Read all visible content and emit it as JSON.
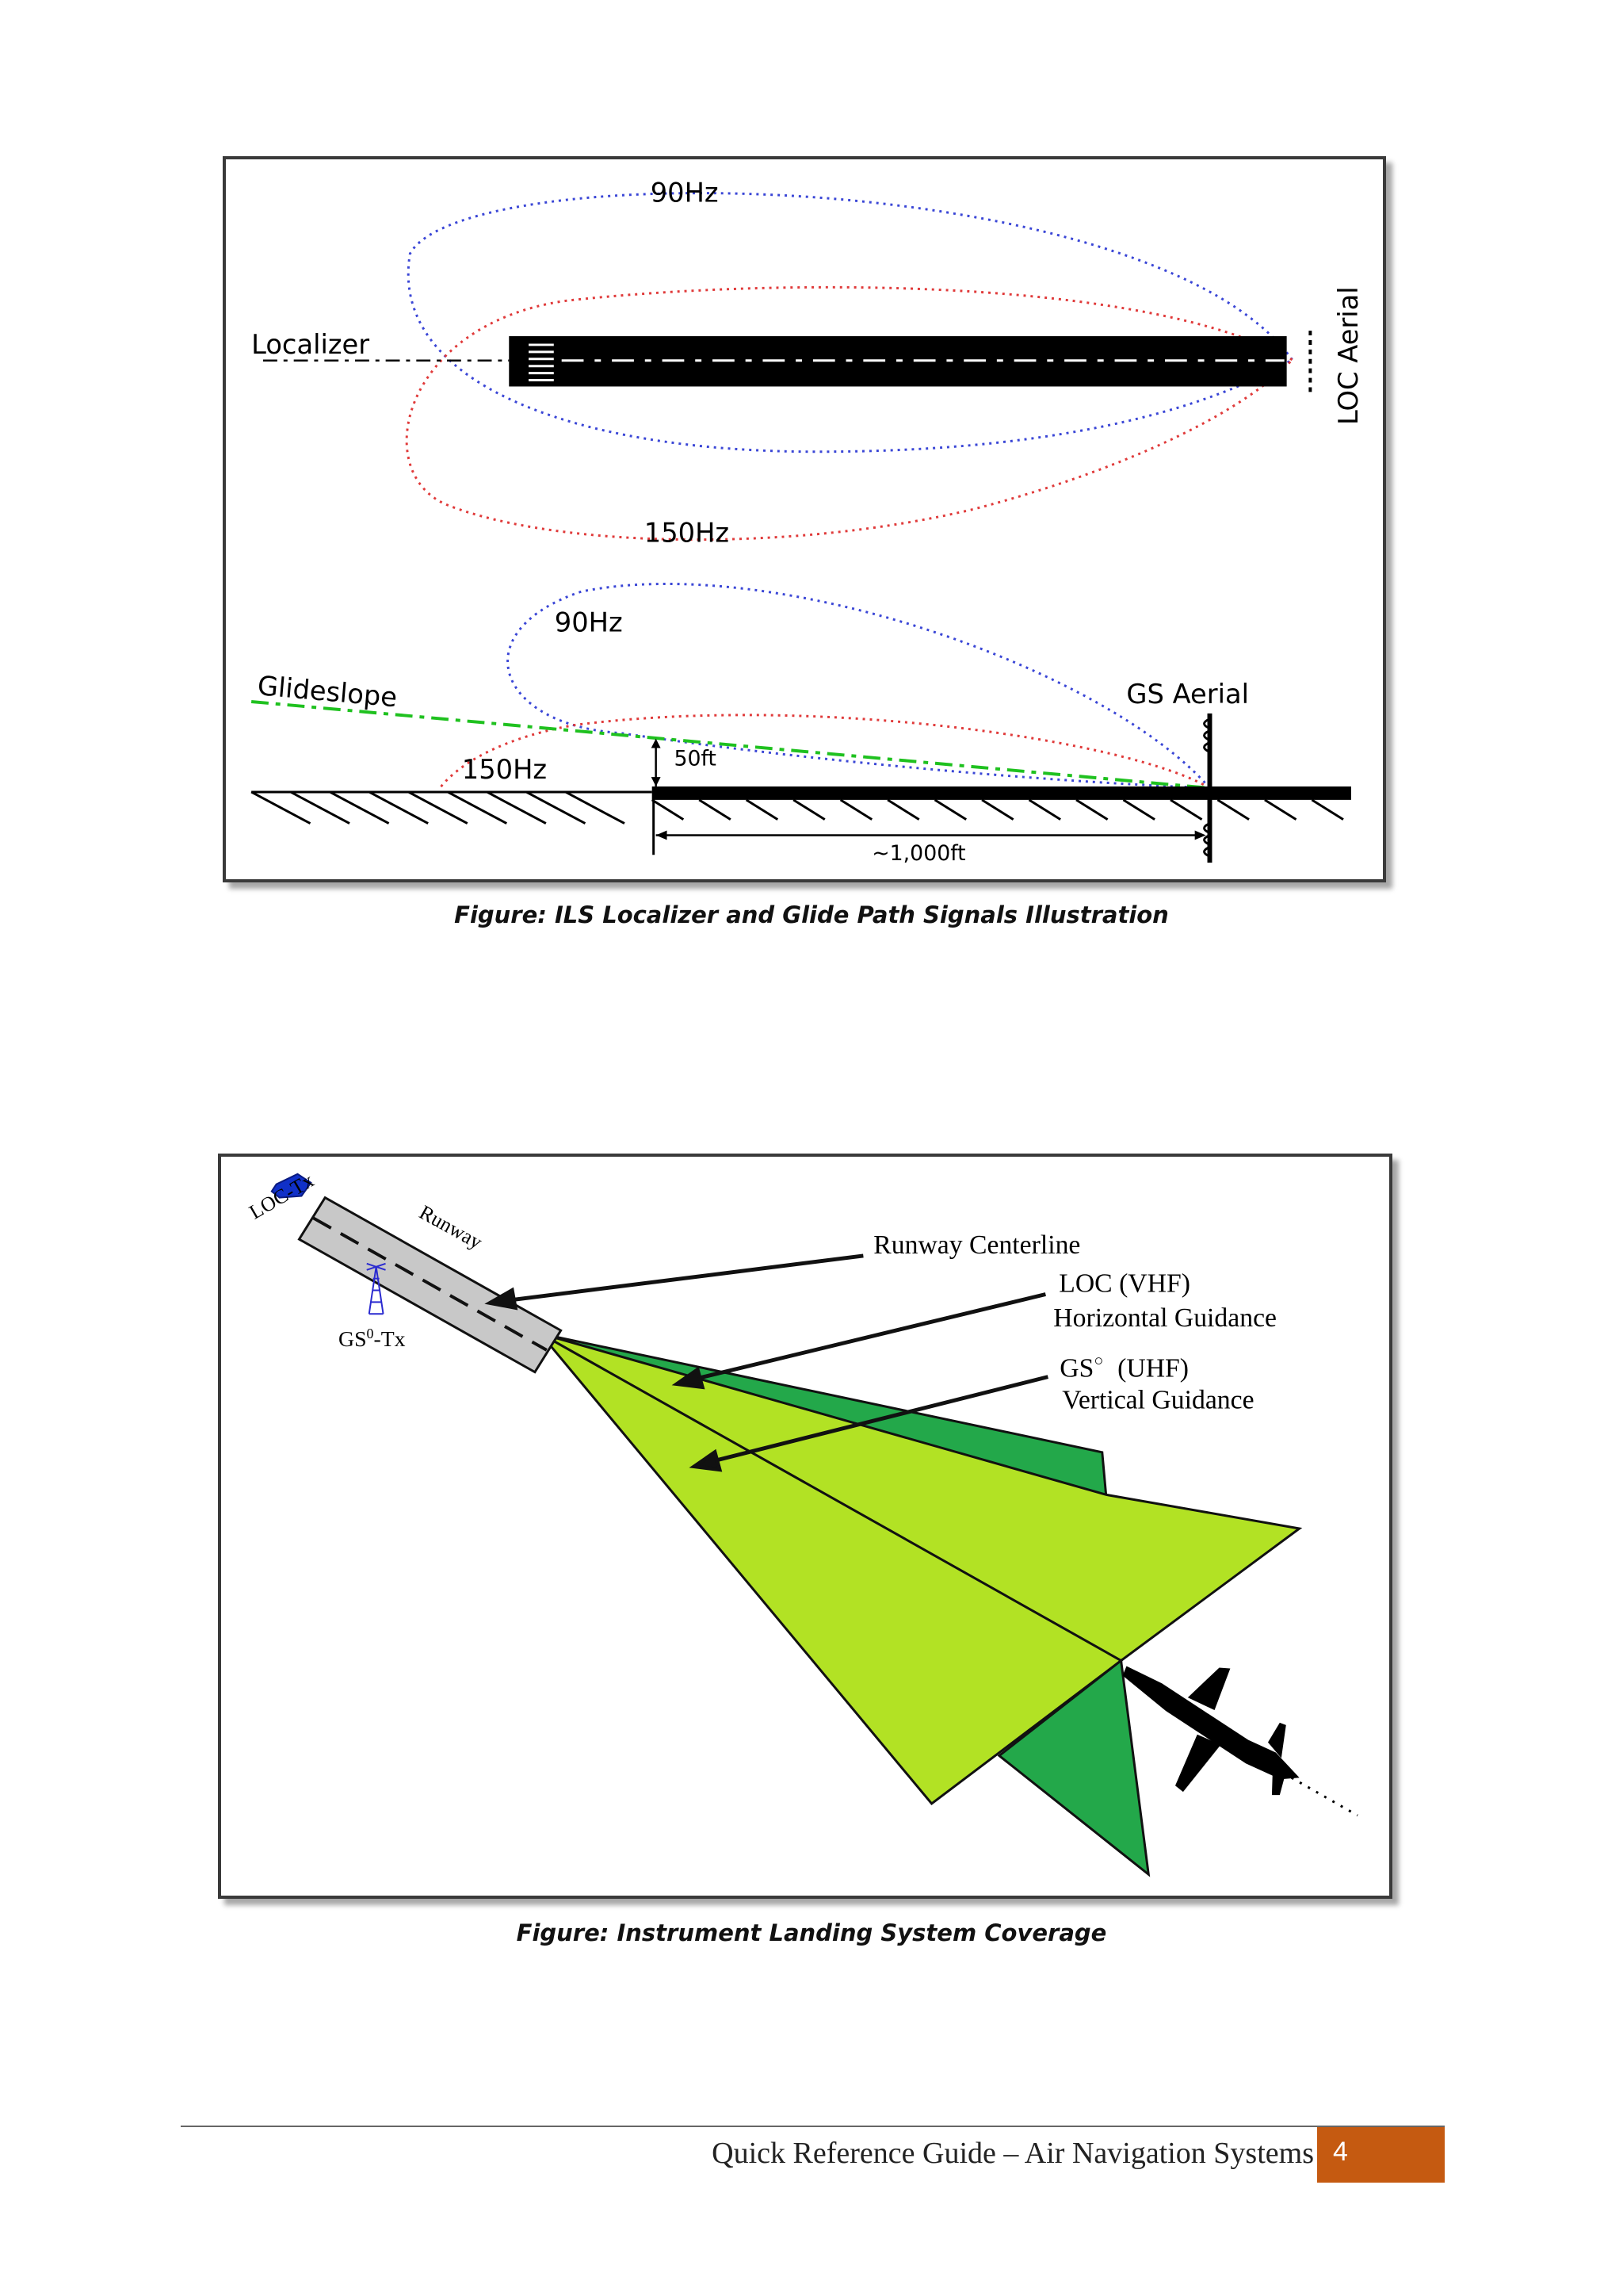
{
  "figure1": {
    "caption": "Figure: ILS Localizer and Glide Path Signals Illustration",
    "labels": {
      "loc_90": "90Hz",
      "loc_150": "150Hz",
      "localizer": "Localizer",
      "loc_aerial": "LOC Aerial",
      "gs_90": "90Hz",
      "gs_150": "150Hz",
      "glideslope": "Glideslope",
      "gs_aerial": "GS Aerial",
      "height": "50ft",
      "distance": "~1,000ft"
    },
    "colors": {
      "hz90": "#3a46d6",
      "hz150": "#e03a3a",
      "glideslope": "#1fc11f"
    }
  },
  "figure2": {
    "caption": "Figure: Instrument Landing System Coverage",
    "labels": {
      "loc_tx": "LOC-Tx",
      "runway": "Runway",
      "gs_tx_base": "GS",
      "gs_tx_sup": "0",
      "gs_tx_suffix": "-Tx",
      "centerline": "Runway Centerline",
      "loc_vhf": "LOC (VHF)",
      "horizontal": "Horizontal Guidance",
      "gs_base": "GS",
      "gs_sup": "○",
      "gs_uhf": "(UHF)",
      "vertical": "Vertical Guidance"
    },
    "colors": {
      "loc_sector": "#23a84a",
      "gs_sector": "#b2e224",
      "tx_marker": "#1030c8"
    }
  },
  "footer": {
    "title": "Quick Reference Guide – Air Navigation Systems",
    "page_number": "4"
  }
}
